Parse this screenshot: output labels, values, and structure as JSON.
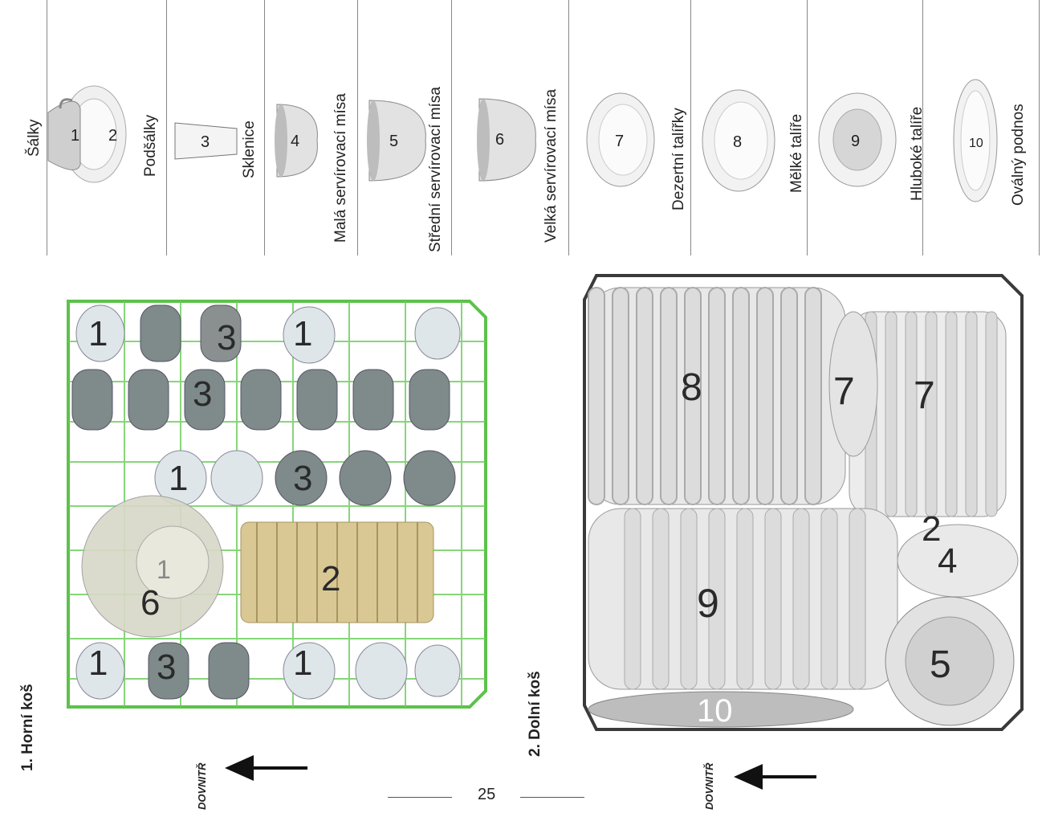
{
  "legend": [
    {
      "num": "1",
      "label": "Šálky"
    },
    {
      "num": "2",
      "label": "Podšálky"
    },
    {
      "num": "3",
      "label": "Sklenice"
    },
    {
      "num": "4",
      "label": "Malá servírovací mísa"
    },
    {
      "num": "5",
      "label": "Střední servírovací mísa"
    },
    {
      "num": "6",
      "label": "Velká servírovací mísa"
    },
    {
      "num": "7",
      "label": "Dezertní talířky"
    },
    {
      "num": "8",
      "label": "Mělké talíře"
    },
    {
      "num": "9",
      "label": "Hluboké talíře"
    },
    {
      "num": "10",
      "label": "Oválný podnos"
    }
  ],
  "upper_basket": {
    "title": "1. Horní koš",
    "direction_label": "DOVNITŘ"
  },
  "lower_basket": {
    "title": "2. Dolní koš",
    "direction_label": "DOVNITŘ"
  },
  "page_number": "25",
  "colors": {
    "upper_rack": "#5cc24a",
    "lower_rack": "#3a3a3a",
    "plates": "#e8e8e8",
    "saucers": "#d9c894"
  }
}
